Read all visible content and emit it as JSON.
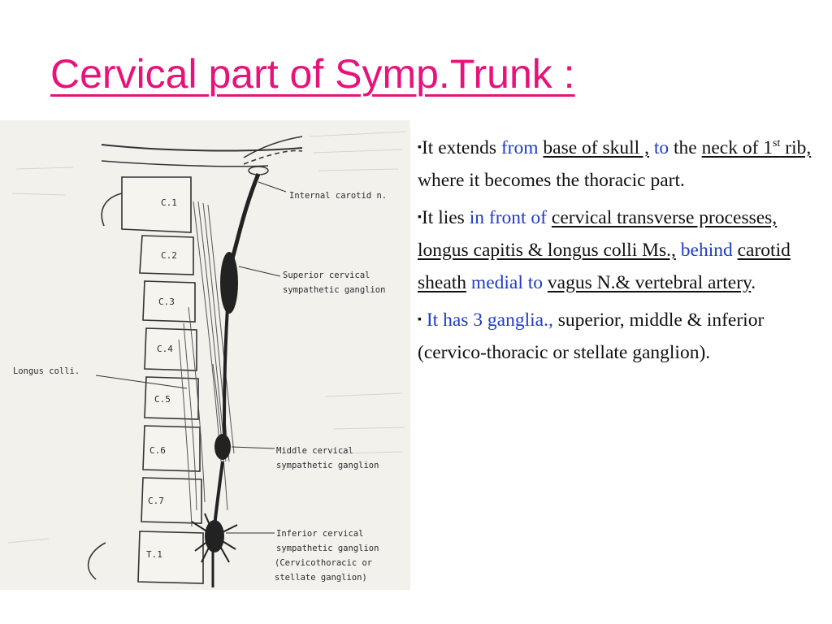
{
  "title": "Cervical part of Symp.Trunk :",
  "figure": {
    "vertebrae": [
      "C.1",
      "C.2",
      "C.3",
      "C.4",
      "C.5",
      "C.6",
      "C.7",
      "T.1"
    ],
    "labels": {
      "internal_carotid": "Internal carotid n.",
      "superior_1": "Superior cervical",
      "superior_2": "sympathetic ganglion",
      "longus_colli": "Longus colli.",
      "middle_1": "Middle cervical",
      "middle_2": "sympathetic ganglion",
      "inferior_1": "Inferior  cervical",
      "inferior_2": "sympathetic ganglion",
      "inferior_3": "(Cervicothoracic or",
      "inferior_4": "stellate ganglion)"
    }
  },
  "bullets": {
    "marker": "▪",
    "b1": {
      "t1": "It extends ",
      "t2": "from",
      "t3": "base of  skull ,",
      "t4": "to",
      "t5": "the ",
      "t6": "neck of  1",
      "t6_sup": "st",
      "t7": " rib,",
      "t8": " where it becomes the thoracic part."
    },
    "b2": {
      "t1": "It  lies ",
      "t2": "in front of",
      "t3": "cervical transverse processes,",
      "t4": "longus capitis & longus colli Ms.,",
      "t5": "behind",
      "t6": "carotid sheath",
      "t7": "medial to",
      "t8": "vagus N.& vertebral artery",
      "t9": "."
    },
    "b3": {
      "t1": "It has 3 ganglia.,",
      "t2": " superior, middle & inferior (cervico-thoracic or stellate ganglion)."
    }
  }
}
